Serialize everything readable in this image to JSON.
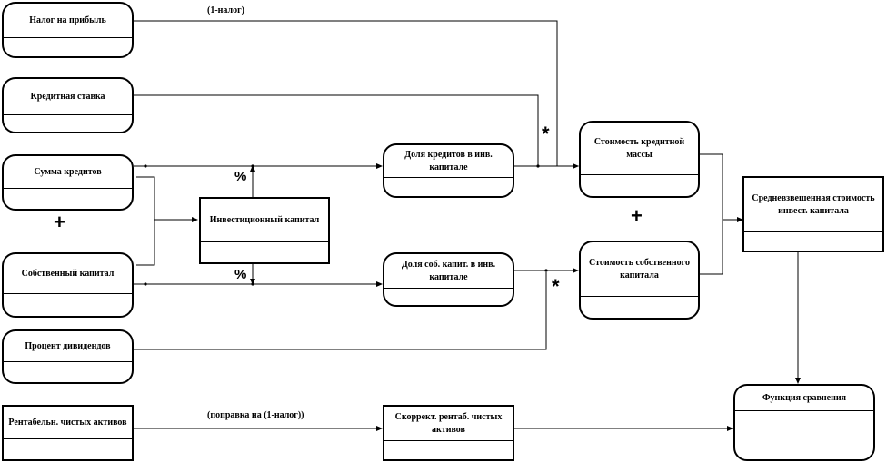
{
  "nodes": {
    "profit_tax": "Налог на прибыль",
    "credit_rate": "Кредитная ставка",
    "credit_sum": "Сумма кредитов",
    "own_capital": "Собственный капитал",
    "dividend_pct": "Процент дивидендов",
    "net_asset_return": "Рентабельн. чистых активов",
    "invested_capital": "Инвестиционный капитал",
    "credit_share": "Доля кредитов в инв. капитале",
    "own_share": "Доля соб. капит. в инв. капитале",
    "adjusted_return": "Скоррект. рентаб. чистых активов",
    "credit_cost": "Стоимость кредитной массы",
    "own_cost": "Стоимость собственного капитала",
    "wacc": "Средневзвешенная стоимость инвест. капитала",
    "compare_fn": "Функция сравнения"
  },
  "operators": {
    "plus_left": "+",
    "plus_right": "+",
    "pct_top": "%",
    "pct_bottom": "%",
    "mul_top": "*",
    "mul_bottom": "*"
  },
  "edge_labels": {
    "tax_factor": "(1-налог)",
    "tax_correction": "(поправка на (1-налог))"
  }
}
